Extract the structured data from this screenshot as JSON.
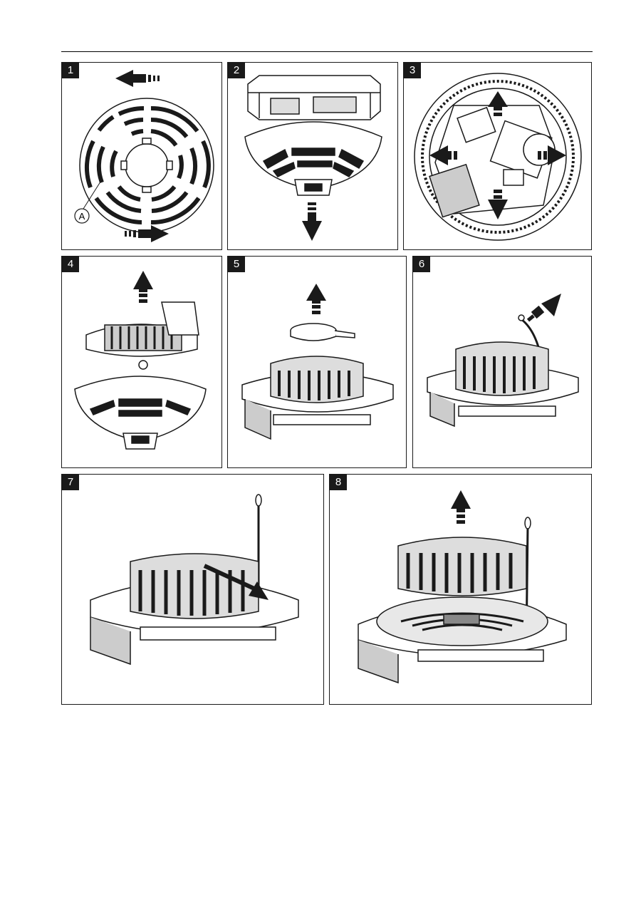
{
  "panels": [
    {
      "number": "1",
      "callout": "A"
    },
    {
      "number": "2"
    },
    {
      "number": "3"
    },
    {
      "number": "4"
    },
    {
      "number": "5"
    },
    {
      "number": "6"
    },
    {
      "number": "7"
    },
    {
      "number": "8"
    }
  ],
  "colors": {
    "ink": "#1a1a1a",
    "gray": "#9a9a9a",
    "dark": "#3a3a3a"
  }
}
